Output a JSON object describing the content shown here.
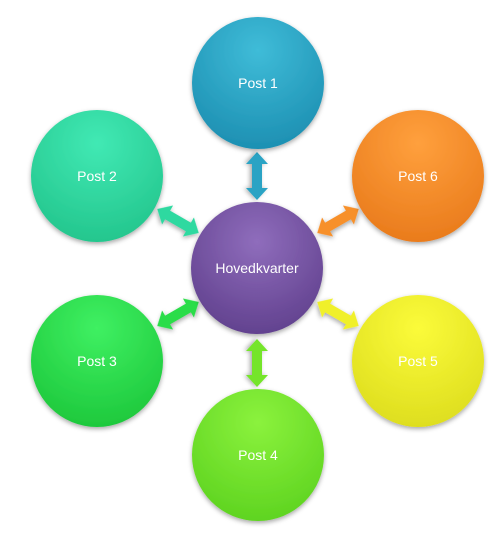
{
  "diagram": {
    "center": {
      "label": "Hovedkvarter",
      "color": "#7b59a6"
    },
    "posts": [
      {
        "label": "Post 1",
        "color": "#2aa3c4"
      },
      {
        "label": "Post 2",
        "color": "#2ed9a0"
      },
      {
        "label": "Post 3",
        "color": "#2bdd48"
      },
      {
        "label": "Post 4",
        "color": "#74e52c"
      },
      {
        "label": "Post 5",
        "color": "#f0f02a"
      },
      {
        "label": "Post 6",
        "color": "#f7902a"
      }
    ]
  }
}
